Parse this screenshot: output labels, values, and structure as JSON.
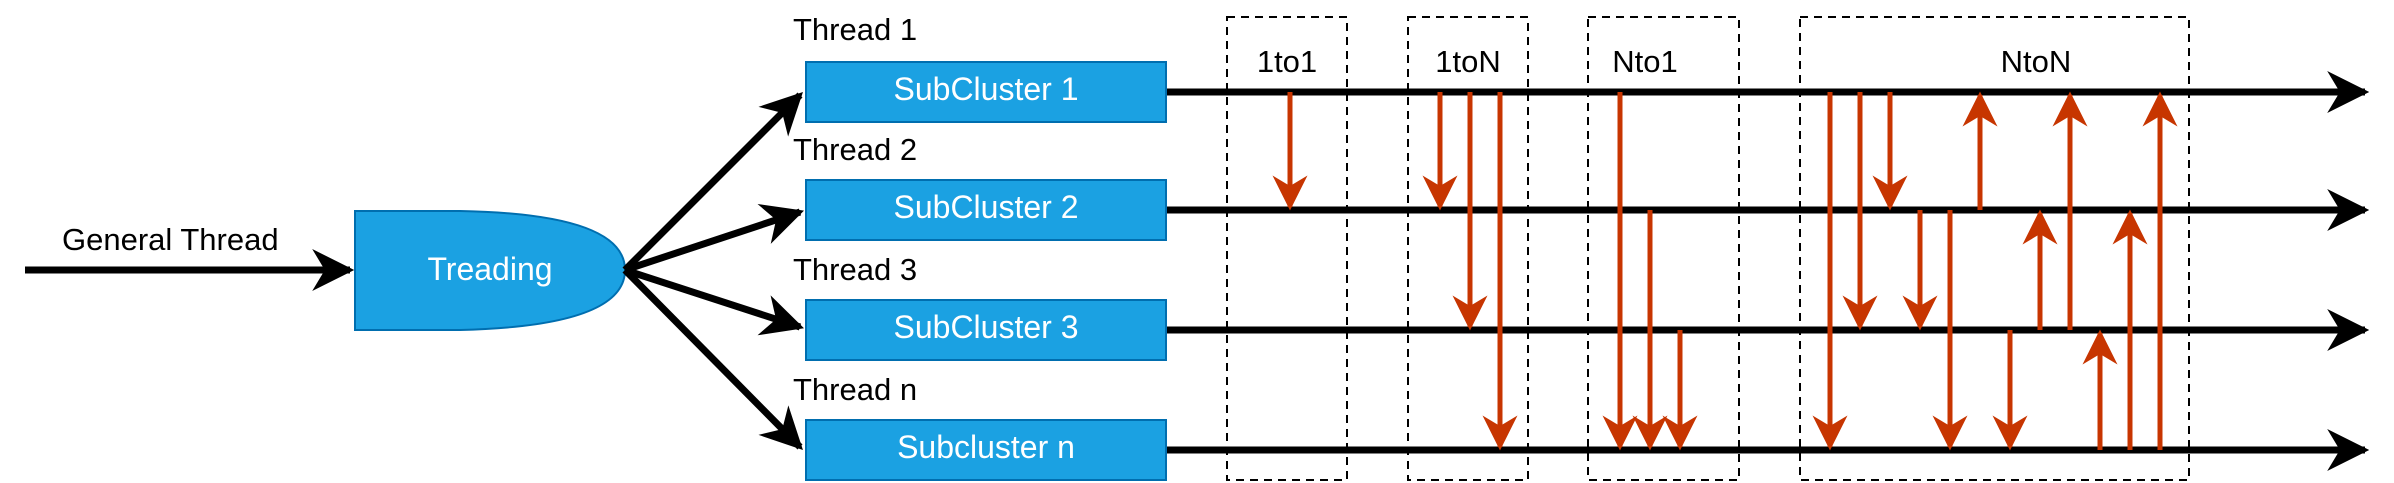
{
  "input_label": "General Thread",
  "treading_label": "Treading",
  "threads": [
    {
      "thread_label": "Thread 1",
      "subcluster_label": "SubCluster 1"
    },
    {
      "thread_label": "Thread 2",
      "subcluster_label": "SubCluster 2"
    },
    {
      "thread_label": "Thread 3",
      "subcluster_label": "SubCluster 3"
    },
    {
      "thread_label": "Thread n",
      "subcluster_label": "Subcluster n"
    }
  ],
  "patterns": [
    "1to1",
    "1toN",
    "Nto1",
    "NtoN"
  ],
  "colors": {
    "box_fill": "#1ba1e2",
    "box_stroke": "#006eaf",
    "box_text": "#ffffff",
    "line": "#000000",
    "transfer_arrow": "#c73500"
  }
}
